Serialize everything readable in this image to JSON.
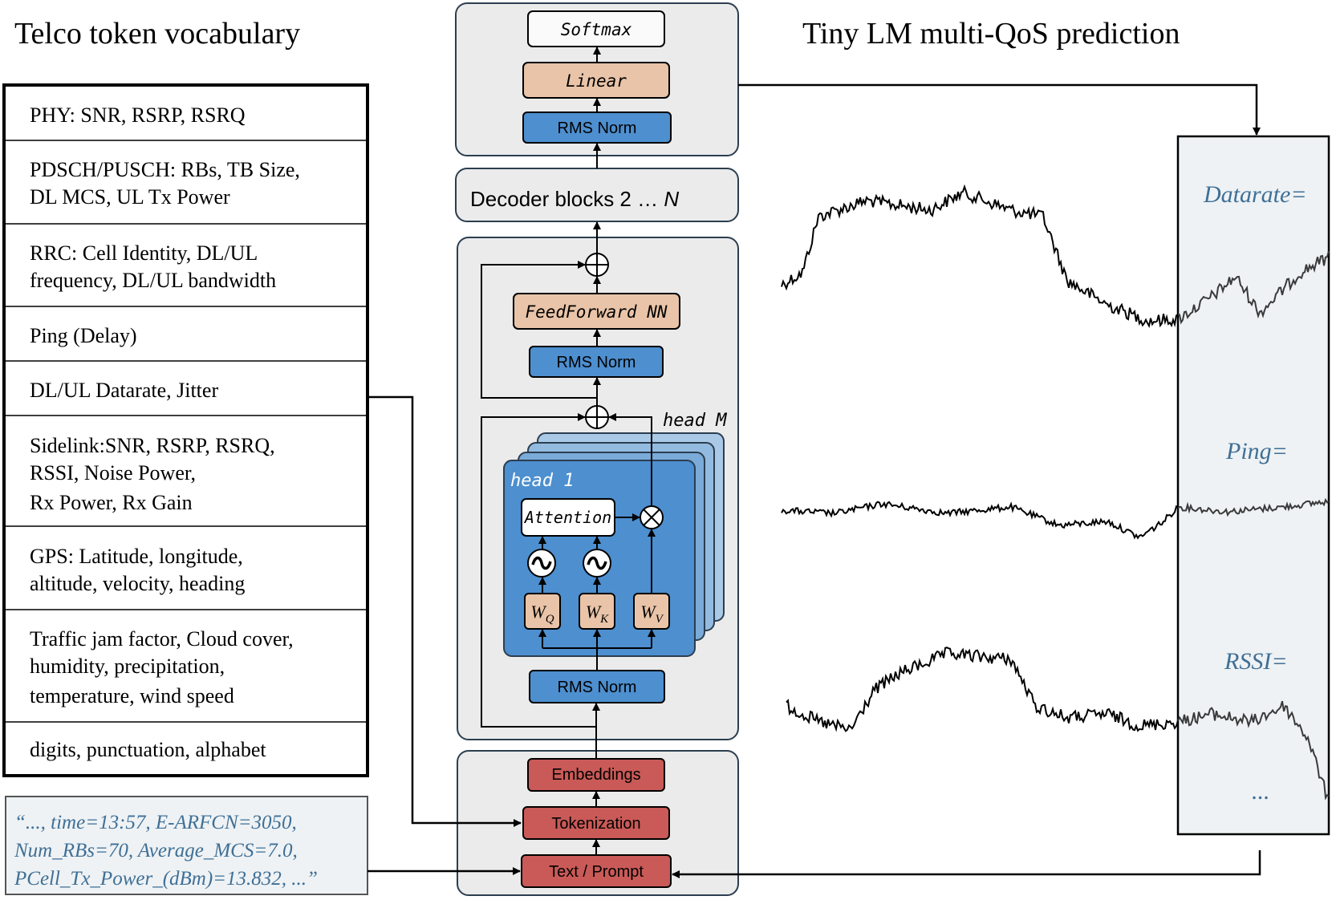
{
  "vocab": {
    "title": "Telco token vocabulary",
    "rows": [
      [
        "PHY: SNR, RSRP, RSRQ"
      ],
      [
        "PDSCH/PUSCH: RBs, TB Size,",
        "DL MCS, UL Tx Power"
      ],
      [
        "RRC: Cell Identity, DL/UL",
        "frequency, DL/UL bandwidth"
      ],
      [
        "Ping (Delay)"
      ],
      [
        "DL/UL Datarate, Jitter"
      ],
      [
        "Sidelink:SNR, RSRP, RSRQ,",
        "RSSI, Noise Power,",
        "Rx Power, Rx Gain"
      ],
      [
        "GPS: Latitude, longitude,",
        "altitude, velocity, heading"
      ],
      [
        "Traffic jam factor, Cloud cover,",
        "humidity, precipitation,",
        "temperature, wind speed"
      ],
      [
        "digits, punctuation, alphabet"
      ]
    ]
  },
  "prompt_example": {
    "lines": [
      "“..., time=13:57, E-ARFCN=3050,",
      "Num_RBs=70, Average_MCS=7.0,",
      "PCell_Tx_Power_(dBm)=13.832, ...”"
    ]
  },
  "architecture": {
    "softmax": "Softmax",
    "linear": "Linear",
    "rms_norm_top": "RMS Norm",
    "decoder_blocks_prefix": "Decoder blocks 2 … ",
    "decoder_blocks_n": "N",
    "feedforward": "FeedForward NN",
    "rms_norm_ffn": "RMS Norm",
    "head_m": "head M",
    "head_1": "head 1",
    "attention": "Attention",
    "wq": {
      "base": "W",
      "sub": "Q"
    },
    "wk": {
      "base": "W",
      "sub": "K"
    },
    "wv": {
      "base": "W",
      "sub": "V"
    },
    "rms_norm_attn": "RMS Norm",
    "embeddings": "Embeddings",
    "tokenization": "Tokenization",
    "text_prompt": "Text / Prompt"
  },
  "prediction": {
    "title": "Tiny LM multi-QoS prediction",
    "labels": {
      "datarate": "Datarate=",
      "ping": "Ping=",
      "rssi": "RSSI=",
      "ellipsis": "..."
    }
  },
  "colors": {
    "blue_box": "#4d8fcf",
    "orange_box": "#e9c4a8",
    "red_box": "#c95a57",
    "panel_gray": "#ebebeb",
    "prediction_panel": "#eef2f4",
    "label_blue": "#3f6f96"
  }
}
